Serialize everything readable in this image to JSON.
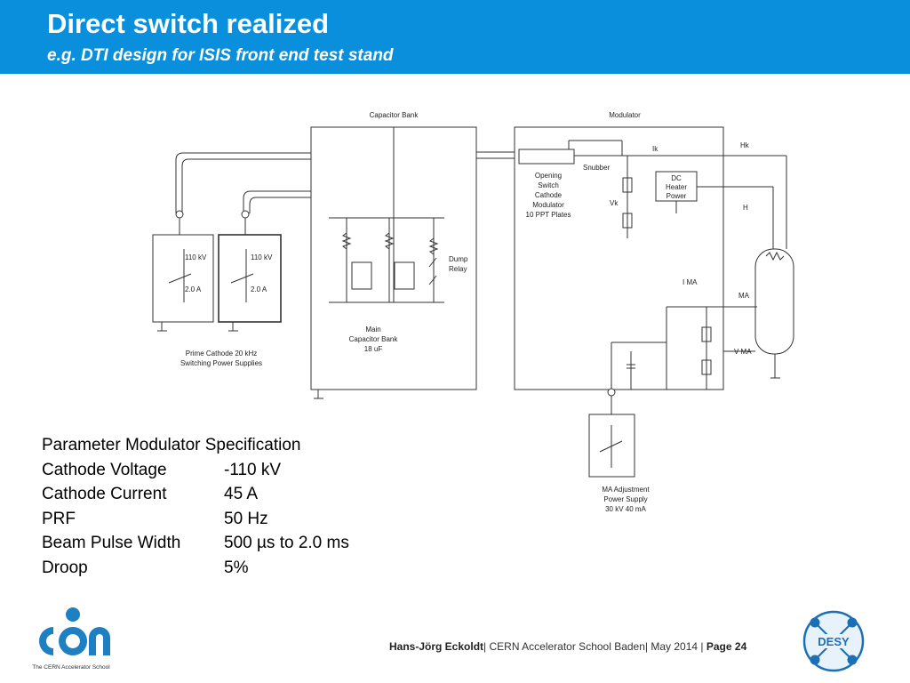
{
  "header": {
    "title": "Direct switch realized",
    "subtitle": "e.g. DTI design for ISIS front end test stand",
    "background": "#0a8fdd"
  },
  "diagram": {
    "labels": {
      "capacitor_bank": "Capacitor Bank",
      "modulator": "Modulator",
      "hk": "Hk",
      "h": "H",
      "ik": "Ik",
      "snubber": "Snubber",
      "opening_switch": [
        "Opening",
        "Switch",
        "Cathode",
        "Modulator",
        "10 PPT Plates"
      ],
      "vk": "Vk",
      "dc_heater": [
        "DC",
        "Heater",
        "Power"
      ],
      "dump_relay": [
        "Dump",
        "Relay"
      ],
      "main_cap_bank": [
        "Main",
        "Capacitor Bank",
        "18 uF"
      ],
      "psu1_voltage": "110 kV",
      "psu1_current": "2.0 A",
      "psu2_voltage": "110 kV",
      "psu2_current": "2.0 A",
      "prime_cathode": [
        "Prime Cathode 20 kHz",
        "Switching Power Supplies"
      ],
      "ima": "I MA",
      "ma": "MA",
      "vma": "V MA",
      "ma_adjust": [
        "MA Adjustment",
        "Power Supply",
        "30 kV  40 mA"
      ]
    }
  },
  "specs": {
    "heading": "Parameter Modulator Specification",
    "rows": [
      {
        "label": "Cathode Voltage",
        "value": "-110 kV"
      },
      {
        "label": "Cathode Current",
        "value": "45 A"
      },
      {
        "label": "PRF",
        "value": "50 Hz"
      },
      {
        "label": "Beam Pulse Width",
        "value": "500 µs to 2.0 ms"
      },
      {
        "label": "Droop",
        "value": "5%"
      }
    ]
  },
  "footer": {
    "author": "Hans-Jörg Eckoldt",
    "sep1": "|  ",
    "event": "CERN Accelerator School Baden",
    "sep2": "|  ",
    "date": "May 2014",
    "sep3": "  |  ",
    "page": "Page 24"
  },
  "logos": {
    "cas_caption": "The CERN Accelerator School",
    "desy_text": "DESY",
    "cas_color": "#1e7fc2",
    "desy_color": "#1b6fb5"
  }
}
